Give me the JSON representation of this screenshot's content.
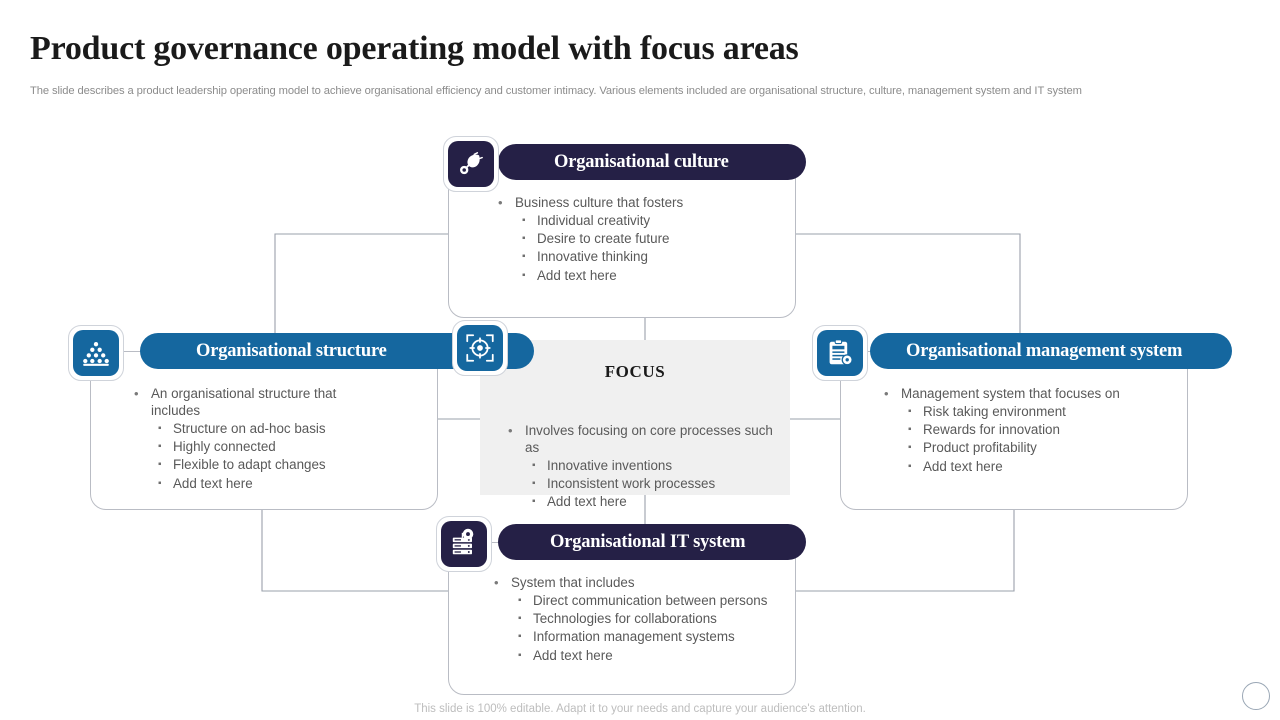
{
  "header": {
    "title": "Product governance operating model with focus areas",
    "subtitle": "The slide describes a product leadership operating model to achieve organisational efficiency and customer intimacy. Various elements included are organisational structure, culture, management system and IT system"
  },
  "colors": {
    "navy": "#252046",
    "blue": "#15679f",
    "focus_bg": "#f0f0f0",
    "connector": "#9aa0ab",
    "body_text": "#595959"
  },
  "cards": {
    "culture": {
      "title": "Organisational culture",
      "icon": "lightbulb-leaf-icon",
      "theme": "navy",
      "lead": "Business culture that fosters",
      "items": [
        "Individual  creativity",
        "Desire to  create future",
        "Innovative  thinking",
        "Add text here"
      ]
    },
    "structure": {
      "title": "Organisational structure",
      "icon": "hierarchy-pyramid-icon",
      "theme": "blue",
      "lead": "An organisational structure that includes",
      "items": [
        "Structure on ad-hoc basis",
        "Highly  connected",
        "Flexible to adapt changes",
        "Add text here"
      ]
    },
    "management": {
      "title": "Organisational management system",
      "icon": "clipboard-gear-icon",
      "theme": "blue",
      "lead": "Management system that focuses on",
      "items": [
        "Risk taking  environment",
        "Rewards for innovation",
        "Product profitability",
        "Add text here"
      ]
    },
    "it": {
      "title": "Organisational IT system",
      "icon": "server-gear-icon",
      "theme": "navy",
      "lead": "System that includes",
      "items": [
        "Direct communication between persons",
        "Technologies for collaborations",
        "Information  management systems",
        "Add text here"
      ]
    }
  },
  "focus": {
    "title": "FOCUS",
    "icon": "target-crosshair-icon",
    "lead": "Involves focusing on core processes such as",
    "items": [
      "Innovative  inventions",
      "Inconsistent work processes",
      "Add text here"
    ]
  },
  "footer": {
    "note": "This slide is 100% editable. Adapt it to your needs and capture your audience's attention."
  }
}
